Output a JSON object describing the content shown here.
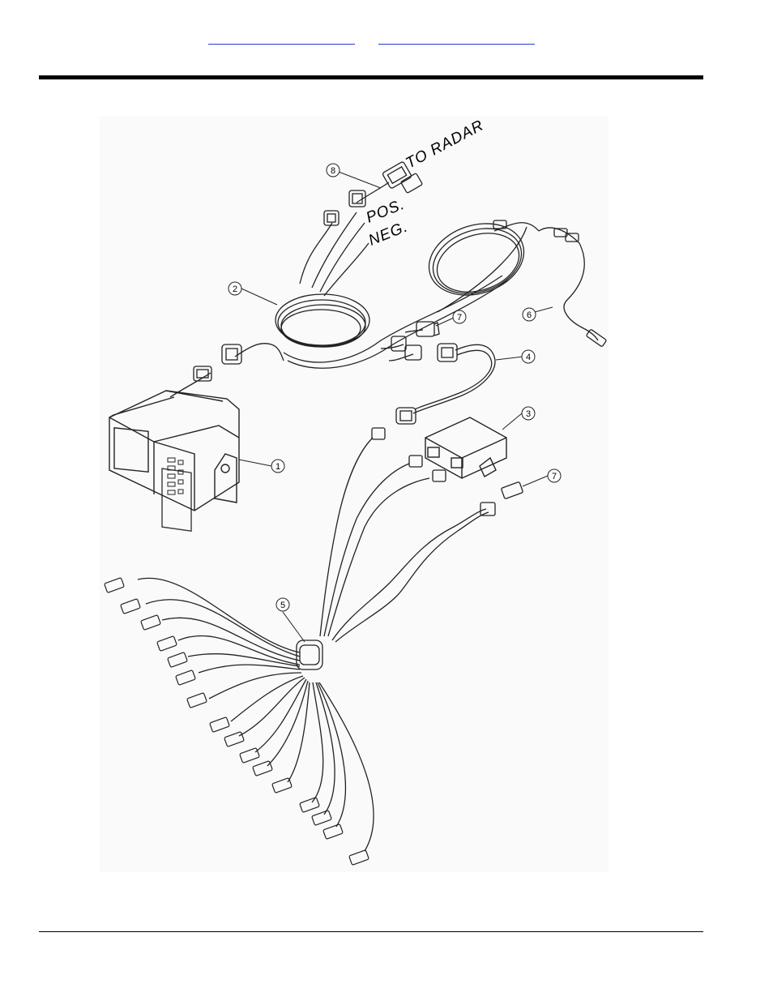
{
  "header": {
    "links": [
      {
        "id": "left",
        "text": ""
      },
      {
        "id": "right",
        "text": ""
      }
    ]
  },
  "diagram": {
    "callouts": [
      "1",
      "2",
      "3",
      "4",
      "5",
      "6",
      "7",
      "7",
      "8"
    ],
    "notes": {
      "to_radar": "TO RADAR",
      "pos": "POS.",
      "neg": "NEG."
    }
  },
  "footer": {
    "text": ""
  }
}
